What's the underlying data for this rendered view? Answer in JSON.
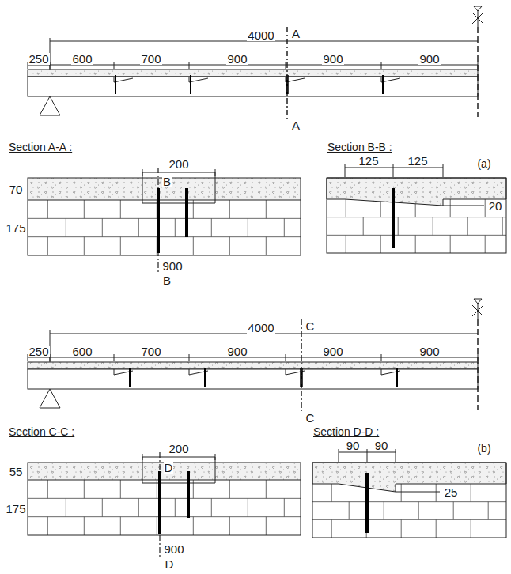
{
  "diagram": {
    "labels": [
      "4000",
      "250",
      "600",
      "700",
      "900",
      "900",
      "900",
      "A",
      "A",
      "Section A-A :",
      "Section B-B :",
      "(a)",
      "200",
      "B",
      "70",
      "175",
      "900",
      "B",
      "125",
      "125",
      "20",
      "4000",
      "250",
      "600",
      "700",
      "900",
      "900",
      "900",
      "C",
      "C",
      "Section C-C :",
      "Section D-D :",
      "(b)",
      "200",
      "D",
      "55",
      "175",
      "900",
      "D",
      "90",
      "90",
      "25"
    ]
  }
}
